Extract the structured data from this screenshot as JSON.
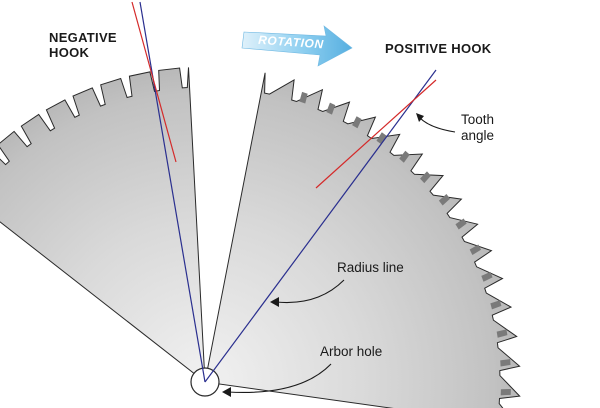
{
  "labels": {
    "negative_hook": [
      "NEGATIVE",
      "HOOK"
    ],
    "positive_hook": "POSITIVE HOOK",
    "rotation": "ROTATION",
    "tooth_angle": [
      "Tooth",
      "angle"
    ],
    "radius_line": "Radius line",
    "arbor_hole": "Arbor hole"
  },
  "colors": {
    "blade_light": "#e4e4e4",
    "blade_dark": "#a8a8a8",
    "gullet": "#7a7a7a",
    "outline": "#2a2a2a",
    "radius_line": "#2a2f8f",
    "tooth_line": "#d42a2a",
    "arrow_blue": "#7cc3ea"
  }
}
